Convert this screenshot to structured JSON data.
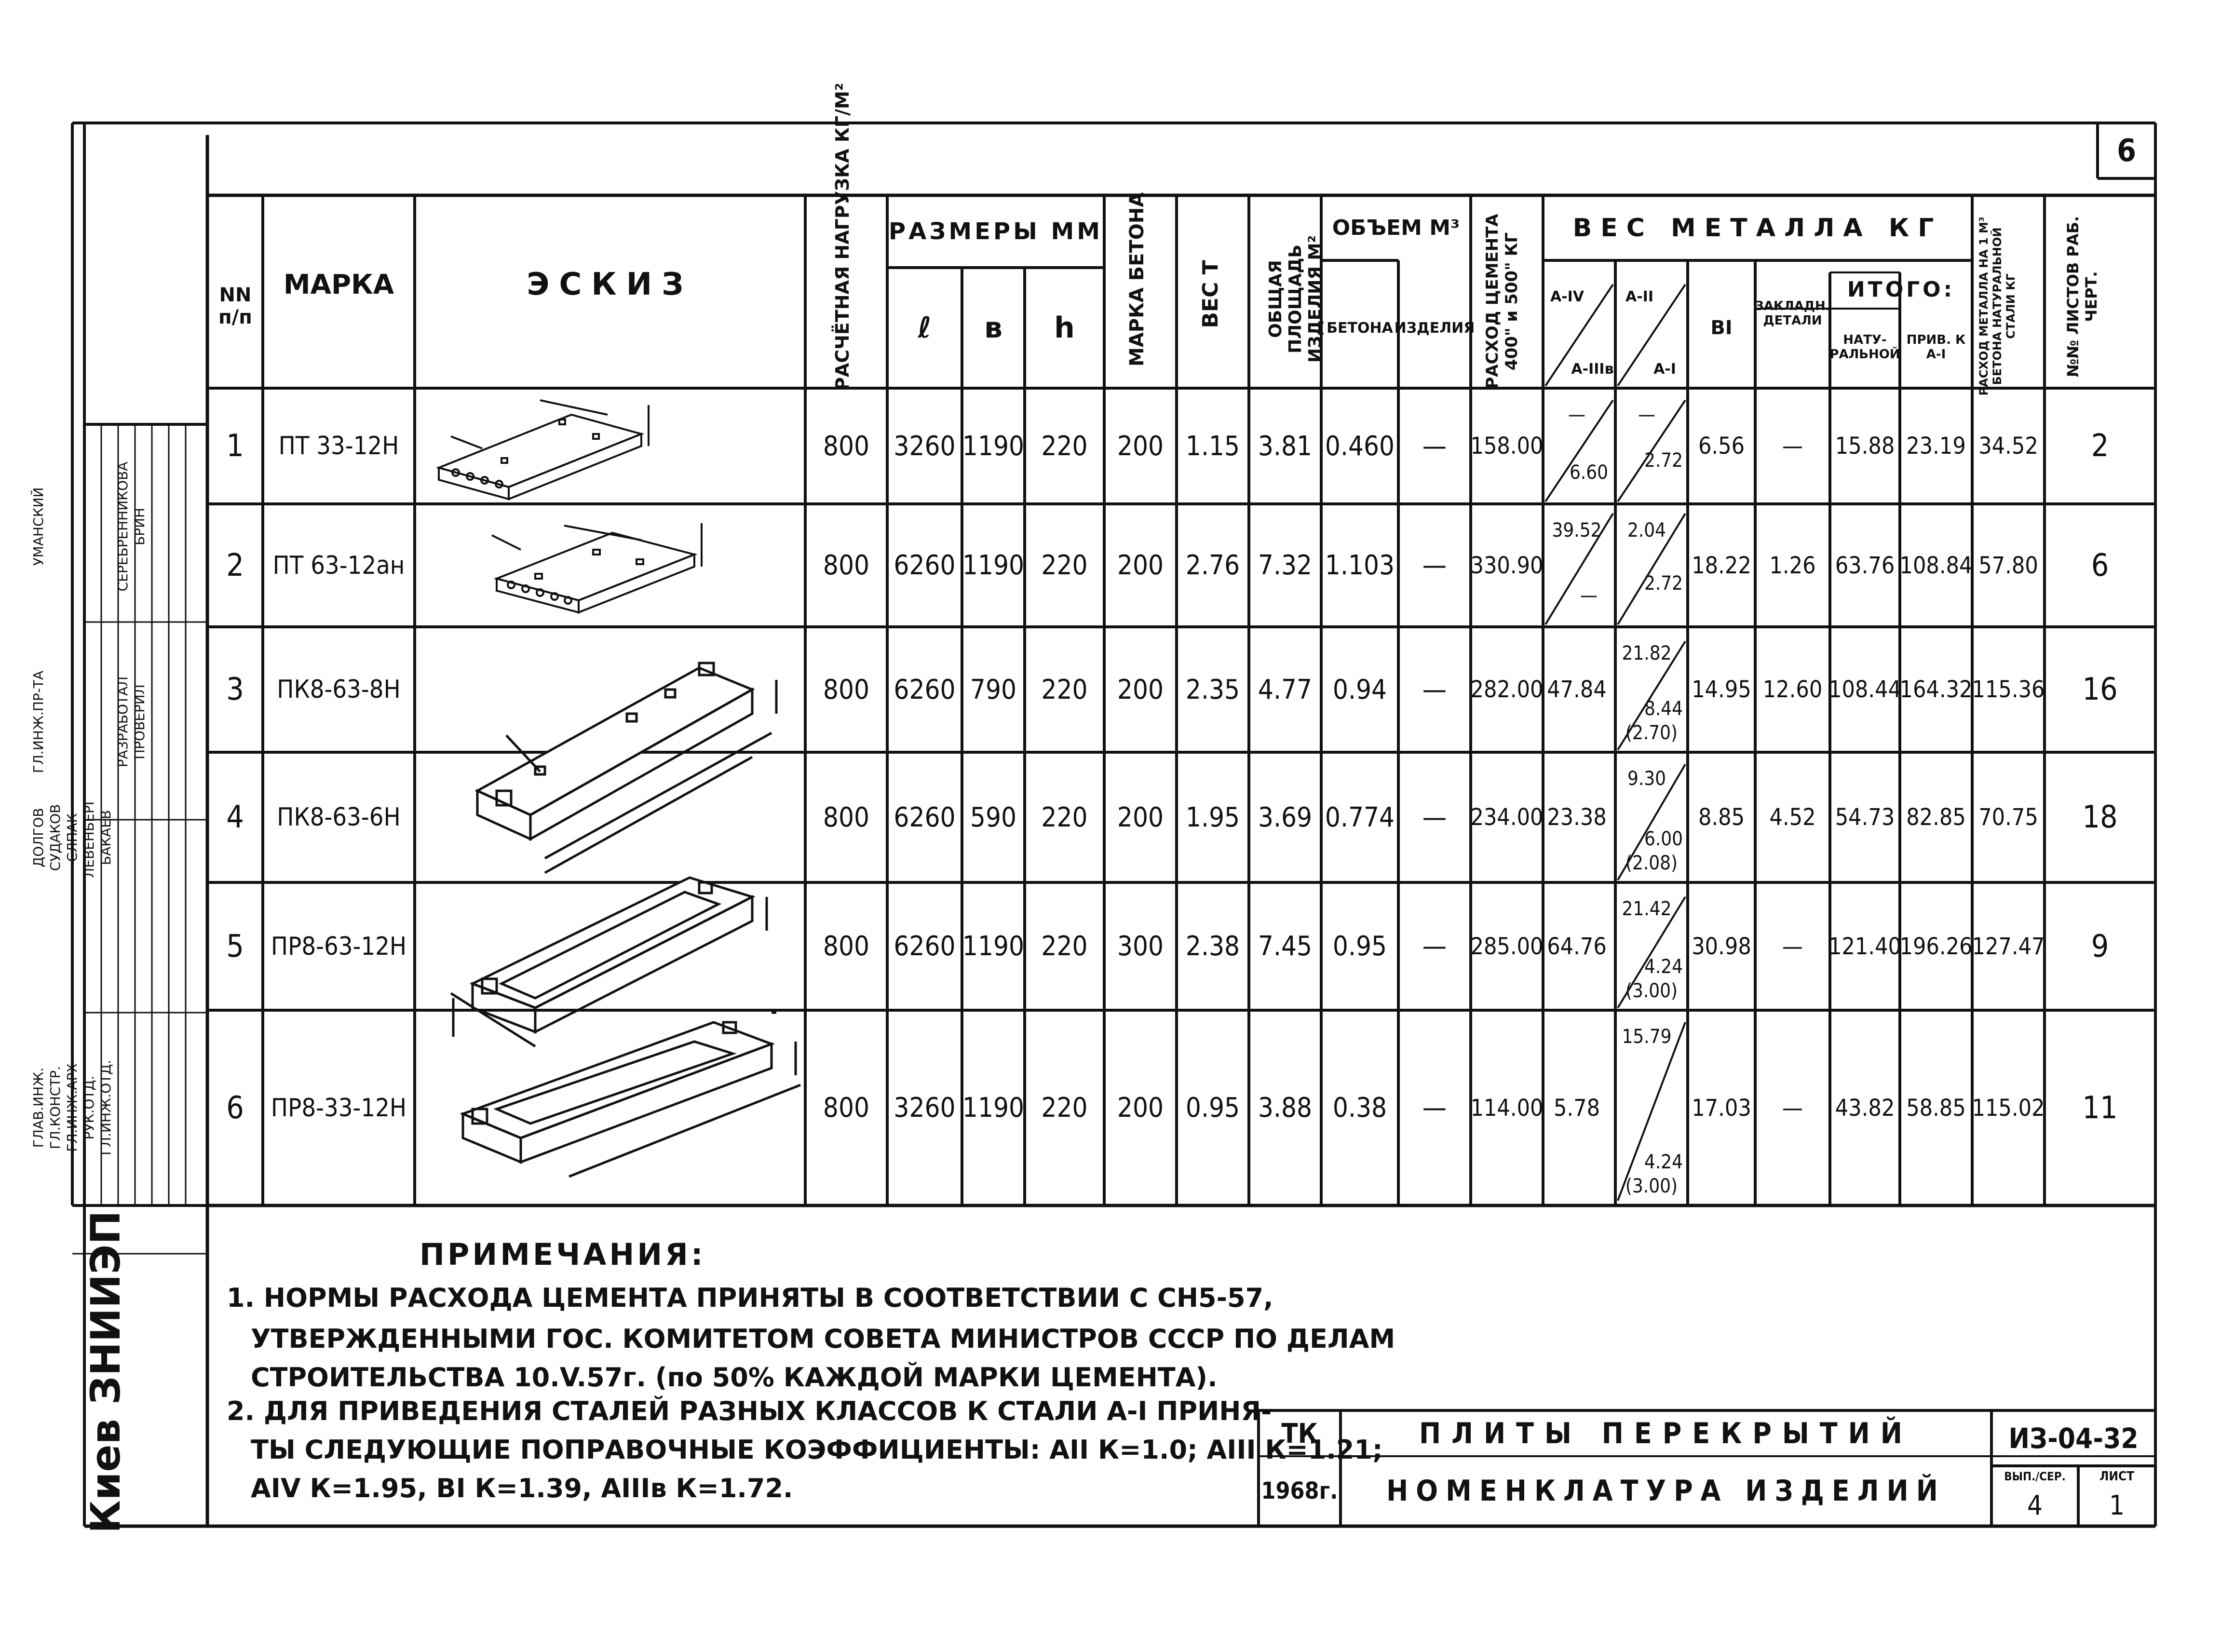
{
  "sheet_number": "6",
  "headers": {
    "nn": "NN п/п",
    "mark": "МАРКА",
    "sketch": "ЭСКИЗ",
    "load": "РАСЧЁТНАЯ НАГРУЗКА КГ/М²",
    "dimensions": "РАЗМЕРЫ ММ",
    "dim_l": "ℓ",
    "dim_b": "в",
    "dim_h": "h",
    "concrete_grade": "МАРКА БЕТОНА",
    "weight": "ВЕС Т",
    "area": "ОБЩАЯ ПЛОЩАДЬ ИЗДЕЛИЯ М²",
    "volume": "ОБЪЕМ М³",
    "vol_concrete": "БЕТОНА",
    "vol_item": "ИЗДЕЛИЯ",
    "cement": "РАСХОД ЦЕМЕНТА 400\" и 500\" КГ",
    "metal": "ВЕС МЕТАЛЛА КГ",
    "m_a4": "А-IV",
    "m_a3b": "А-IIIв",
    "m_a2": "А-II",
    "m_a1": "А-I",
    "m_v1": "ВI",
    "m_embedded": "ЗАКЛАДН. ДЕТАЛИ",
    "m_total": "ИТОГО:",
    "m_natural": "НАТУ-РАЛЬНОЙ",
    "m_reduced": "ПРИВ. К А-I",
    "metal_per_m3": "РАСХОД МЕТАЛЛА НА 1 М³ БЕТОНА НАТУРАЛЬНОЙ СТАЛИ КГ",
    "sheet_nums": "№№ ЛИСТОВ РАБ. ЧЕРТ."
  },
  "rows": [
    {
      "n": "1",
      "mark": "ПТ 33-12Н",
      "load": "800",
      "l": "3260",
      "b": "1190",
      "h": "220",
      "grade": "200",
      "weight": "1.15",
      "area": "3.81",
      "v_concrete": "0.460",
      "v_item": "—",
      "cement": "158.00",
      "a4_top": "—",
      "a4_bot": "6.60",
      "a2_top": "—",
      "a2_bot": "2.72",
      "a2_ext": "",
      "v1": "6.56",
      "emb": "—",
      "nat": "15.88",
      "red": "23.19",
      "per_m3": "34.52",
      "sheets": "2"
    },
    {
      "n": "2",
      "mark": "ПТ 63-12ан",
      "load": "800",
      "l": "6260",
      "b": "1190",
      "h": "220",
      "grade": "200",
      "weight": "2.76",
      "area": "7.32",
      "v_concrete": "1.103",
      "v_item": "—",
      "cement": "330.90",
      "a4_top": "39.52",
      "a4_bot": "—",
      "a2_top": "2.04",
      "a2_bot": "2.72",
      "a2_ext": "",
      "v1": "18.22",
      "emb": "1.26",
      "nat": "63.76",
      "red": "108.84",
      "per_m3": "57.80",
      "sheets": "6"
    },
    {
      "n": "3",
      "mark": "ПК8-63-8Н",
      "load": "800",
      "l": "6260",
      "b": "790",
      "h": "220",
      "grade": "200",
      "weight": "2.35",
      "area": "4.77",
      "v_concrete": "0.94",
      "v_item": "—",
      "cement": "282.00",
      "a4_top": "47.84",
      "a4_bot": "",
      "a2_top": "21.82",
      "a2_bot": "8.44",
      "a2_ext": "(2.70)",
      "v1": "14.95",
      "emb": "12.60",
      "nat": "108.44",
      "red": "164.32",
      "per_m3": "115.36",
      "sheets": "16"
    },
    {
      "n": "4",
      "mark": "ПК8-63-6Н",
      "load": "800",
      "l": "6260",
      "b": "590",
      "h": "220",
      "grade": "200",
      "weight": "1.95",
      "area": "3.69",
      "v_concrete": "0.774",
      "v_item": "—",
      "cement": "234.00",
      "a4_top": "23.38",
      "a4_bot": "",
      "a2_top": "9.30",
      "a2_bot": "6.00",
      "a2_ext": "(2.08)",
      "v1": "8.85",
      "emb": "4.52",
      "nat": "54.73",
      "red": "82.85",
      "per_m3": "70.75",
      "sheets": "18"
    },
    {
      "n": "5",
      "mark": "ПР8-63-12Н",
      "load": "800",
      "l": "6260",
      "b": "1190",
      "h": "220",
      "grade": "300",
      "weight": "2.38",
      "area": "7.45",
      "v_concrete": "0.95",
      "v_item": "—",
      "cement": "285.00",
      "a4_top": "64.76",
      "a4_bot": "",
      "a2_top": "21.42",
      "a2_bot": "4.24",
      "a2_ext": "(3.00)",
      "v1": "30.98",
      "emb": "—",
      "nat": "121.40",
      "red": "196.26",
      "per_m3": "127.47",
      "sheets": "9"
    },
    {
      "n": "6",
      "mark": "ПР8-33-12Н",
      "load": "800",
      "l": "3260",
      "b": "1190",
      "h": "220",
      "grade": "200",
      "weight": "0.95",
      "area": "3.88",
      "v_concrete": "0.38",
      "v_item": "—",
      "cement": "114.00",
      "a4_top": "5.78",
      "a4_bot": "",
      "a2_top": "15.79",
      "a2_bot": "4.24",
      "a2_ext": "(3.00)",
      "v1": "17.03",
      "emb": "—",
      "nat": "43.82",
      "red": "58.85",
      "per_m3": "115.02",
      "sheets": "11"
    }
  ],
  "notes": {
    "title": "ПРИМЕЧАНИЯ:",
    "line1": "1. НОРМЫ РАСХОДА ЦЕМЕНТА ПРИНЯТЫ В СООТВЕТСТВИИ С СН5-57,",
    "line2": "УТВЕРЖДЕННЫМИ ГОС. КОМИТЕТОМ СОВЕТА МИНИСТРОВ СССР ПО ДЕЛАМ",
    "line3": "СТРОИТЕЛЬСТВА 10.V.57г. (по 50% КАЖДОЙ МАРКИ ЦЕМЕНТА).",
    "line4": "2. ДЛЯ ПРИВЕДЕНИЯ СТАЛЕЙ РАЗНЫХ КЛАССОВ К СТАЛИ А-I ПРИНЯ-",
    "line5": "ТЫ СЛЕДУЮЩИЕ ПОПРАВОЧНЫЕ КОЭФФИЦИЕНТЫ: АII К=1.0; АIII К=1.21;",
    "line6": "АIV К=1.95, ВI К=1.39, АIIIв К=1.72."
  },
  "title_block": {
    "tk": "ТК",
    "year": "1968г.",
    "title1": "ПЛИТЫ ПЕРЕКРЫТИЙ",
    "title2": "НОМЕНКЛАТУРА ИЗДЕЛИЙ",
    "code": "ИЗ-04-32",
    "issue_label": "ВЫП./СЕР.",
    "issue": "4",
    "sheet_label": "ЛИСТ",
    "sheet": "1"
  },
  "side_stamp": {
    "org": "Киев ЗНИИЭП",
    "r1_role": "ГЛАВ.ИНЖ.",
    "r1_name": "ДОЛГОВ",
    "r2_role": "ГЛ.КОНСТР.",
    "r2_name": "СУДАКОВ",
    "r3_role": "ГЛ.ИНЖ.АРХ",
    "r3_name": "СЛПАК",
    "r4_role": "РУК.ОТД.",
    "r4_name": "ЛЕВЕНБЕРГ",
    "r5_role": "ГЛ.ИНЖ.ОТД.",
    "r5_name": "БАКАЕВ",
    "r6_role": "ГЛ.ИНЖ.ПР-ТА",
    "r6_name": "УМАНСКИЙ",
    "r7_role": "РАЗРАБОТАЛ",
    "r7_name": "СЕРЕБРЕННИКОВА",
    "r8_role": "ПРОВЕРИЛ",
    "r8_name": "БРИН"
  }
}
